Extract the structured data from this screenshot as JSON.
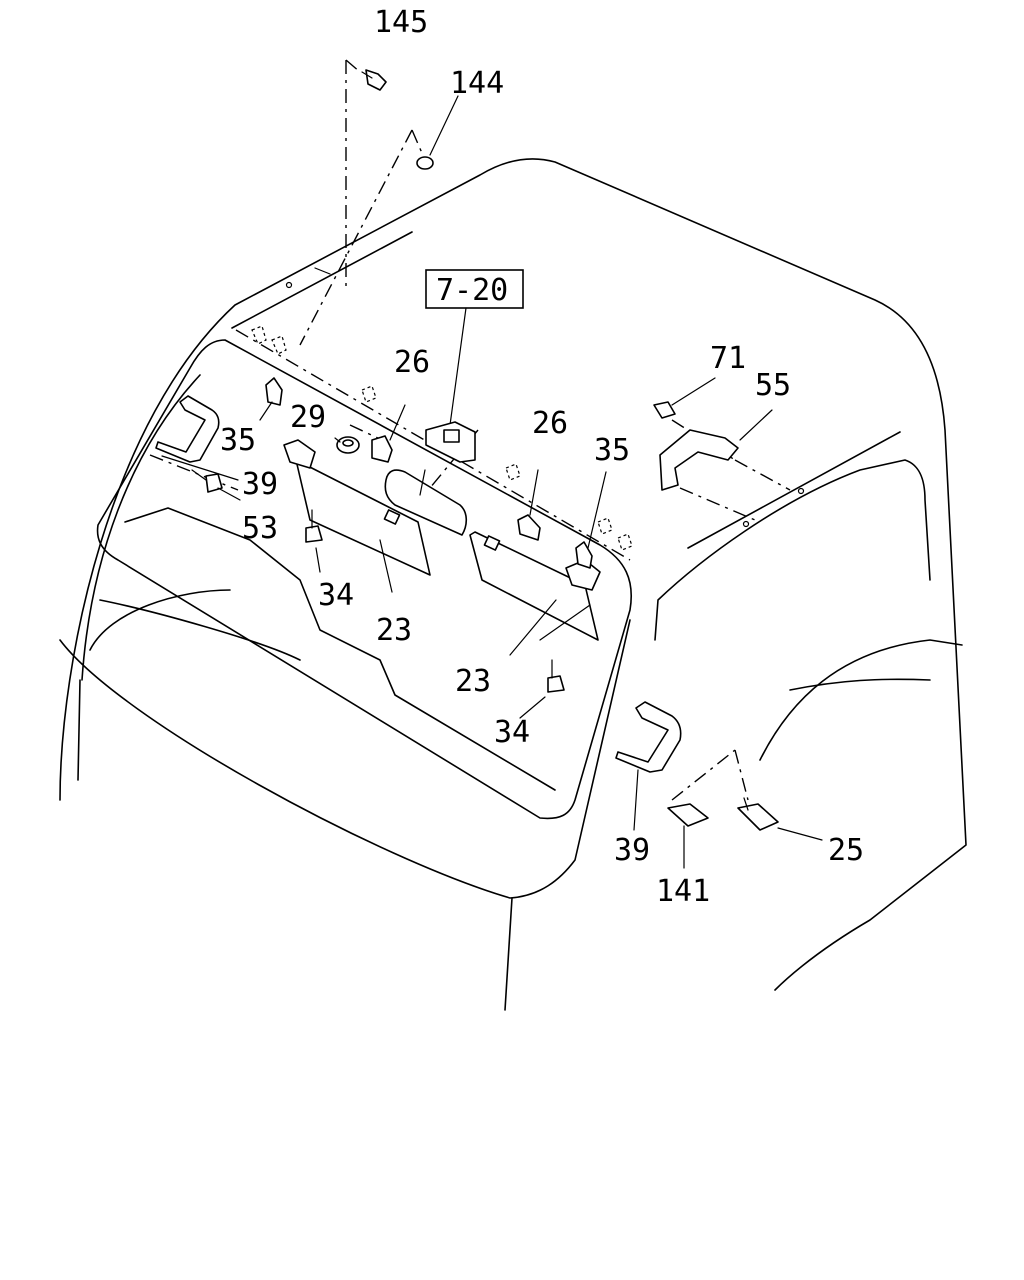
{
  "ref_box": {
    "label": "7-20"
  },
  "callouts": {
    "p145": "145",
    "p144": "144",
    "p26a": "26",
    "p26b": "26",
    "p29": "29",
    "p35a": "35",
    "p35b": "35",
    "p39a": "39",
    "p39b": "39",
    "p53": "53",
    "p34a": "34",
    "p34b": "34",
    "p23a": "23",
    "p23b": "23",
    "p71": "71",
    "p55": "55",
    "p25": "25",
    "p141": "141"
  }
}
